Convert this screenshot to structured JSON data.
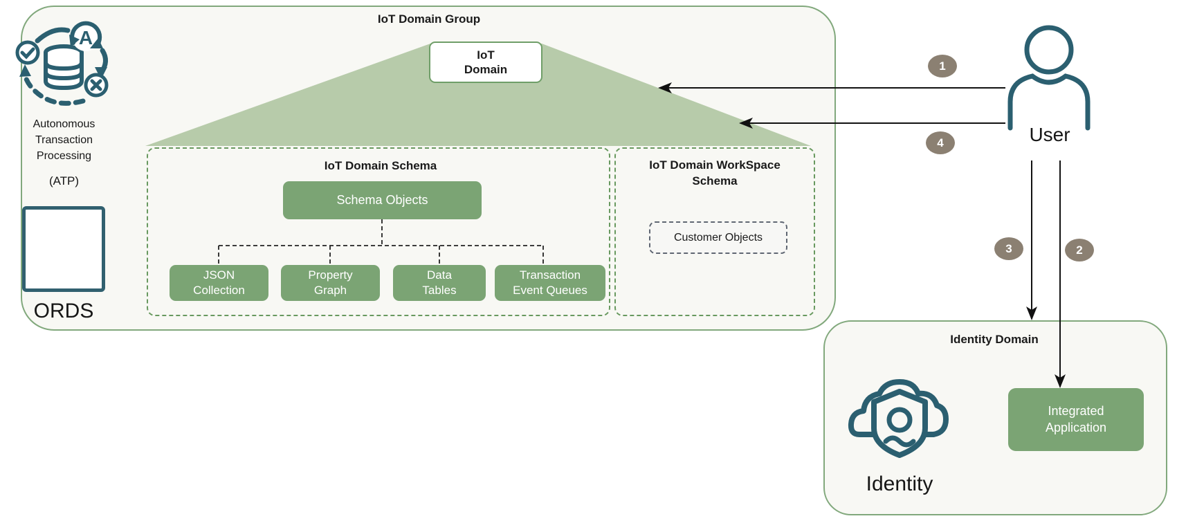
{
  "diagram": {
    "group": {
      "title": "IoT Domain Group",
      "atp": {
        "line1": "Autonomous",
        "line2": "Transaction",
        "line3": "Processing",
        "abbrev": "(ATP)"
      },
      "ords": {
        "label": "ORDS"
      },
      "domain_box": {
        "line1": "IoT",
        "line2": "Domain"
      },
      "schema": {
        "title": "IoT Domain Schema",
        "root_label": "Schema Objects",
        "children": [
          {
            "line1": "JSON",
            "line2": "Collection"
          },
          {
            "line1": "Property",
            "line2": "Graph"
          },
          {
            "line1": "Data",
            "line2": "Tables"
          },
          {
            "line1": "Transaction",
            "line2": "Event Queues"
          }
        ]
      },
      "workspace": {
        "title_line1": "IoT Domain WorkSpace",
        "title_line2": "Schema",
        "customer_label": "Customer Objects"
      }
    },
    "user": {
      "label": "User"
    },
    "identity": {
      "title": "Identity Domain",
      "icon_label": "Identity",
      "app": {
        "line1": "Integrated",
        "line2": "Application"
      }
    },
    "badges": [
      {
        "number": "1"
      },
      {
        "number": "4"
      },
      {
        "number": "3"
      },
      {
        "number": "2"
      }
    ],
    "colors": {
      "box_green": "#7ba474",
      "funnel_green": "#b7cbaa",
      "panel_border_green": "#81a87c",
      "dashed_green": "#68995f",
      "icon_teal": "#2b5f70",
      "ords_red": "#e91c23",
      "badge_gray": "#8b8072",
      "panel_bg": "#f8f8f4"
    }
  }
}
